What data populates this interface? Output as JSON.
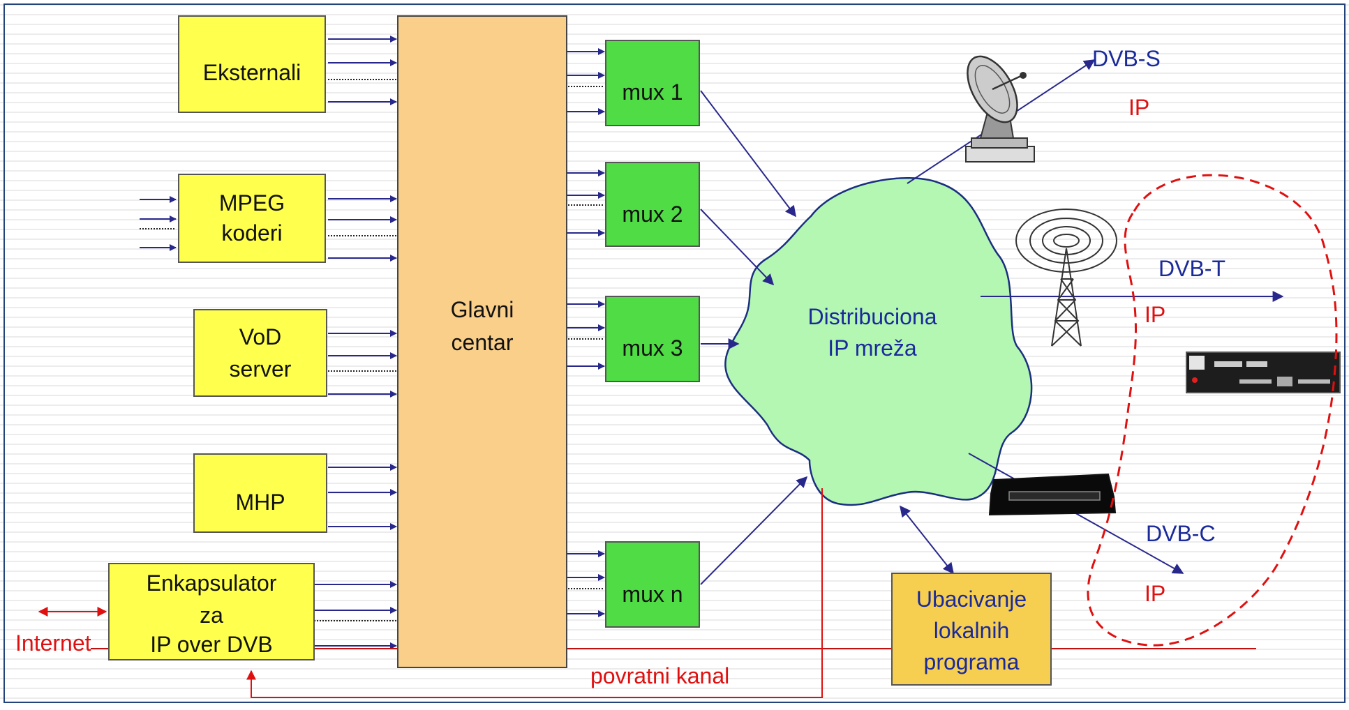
{
  "diagram": {
    "sources": {
      "eksternali": "Eksternali",
      "mpeg_line1": "MPEG",
      "mpeg_line2": "koderi",
      "vod_line1": "VoD",
      "vod_line2": "server",
      "mhp": "MHP",
      "enkapsulator_line1": "Enkapsulator",
      "enkapsulator_line2": "za",
      "enkapsulator_line3": "IP over DVB"
    },
    "center_line1": "Glavni",
    "center_line2": "centar",
    "muxes": [
      "mux 1",
      "mux 2",
      "mux 3",
      "mux n"
    ],
    "network_line1": "Distribuciona",
    "network_line2": "IP mreža",
    "outputs": {
      "dvb_s": "DVB-S",
      "dvb_t": "DVB-T",
      "dvb_c": "DVB-C",
      "ip": "IP"
    },
    "local": {
      "line1": "Ubacivanje",
      "line2": "lokalnih",
      "line3": "programa"
    },
    "internet": "Internet",
    "return_channel": "povratni kanal",
    "colors": {
      "source_fill": "#ffff4d",
      "center_fill": "#f9cf8a",
      "mux_fill": "#4fdc44",
      "cloud_fill": "#b3f7b3",
      "local_fill": "#f7cf50",
      "arrow": "#28288c",
      "red": "#e01010"
    }
  }
}
